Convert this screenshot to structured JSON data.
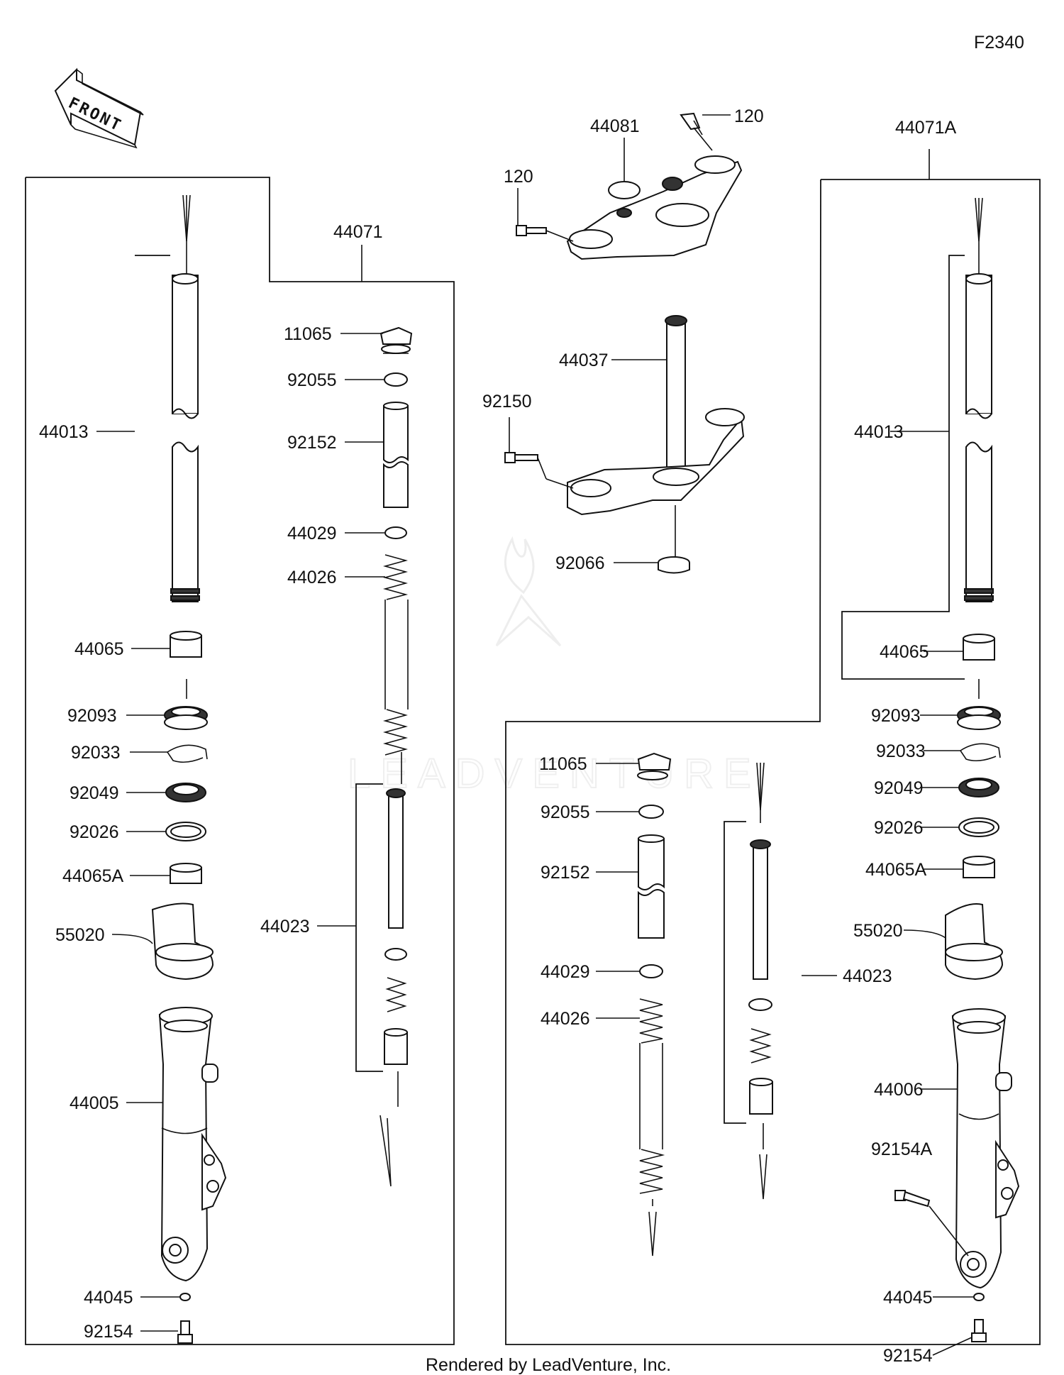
{
  "diagram": {
    "code": "F2340",
    "front_label": "FRONT",
    "watermark": "LEADVENTURE",
    "footer": "Rendered by LeadVenture, Inc.",
    "parts": [
      "120",
      "44081",
      "120",
      "44071A",
      "44071",
      "44037",
      "92150",
      "92066",
      "11065",
      "92055",
      "92152",
      "44029",
      "44026",
      "44023",
      "44013",
      "44065",
      "92093",
      "92033",
      "92049",
      "92026",
      "44065A",
      "55020",
      "44005",
      "44045",
      "92154",
      "44013",
      "44065",
      "92093",
      "92033",
      "92049",
      "92026",
      "44065A",
      "55020",
      "44006",
      "92154A",
      "44045",
      "92154",
      "11065",
      "92055",
      "92152",
      "44029",
      "44026",
      "44023"
    ]
  }
}
